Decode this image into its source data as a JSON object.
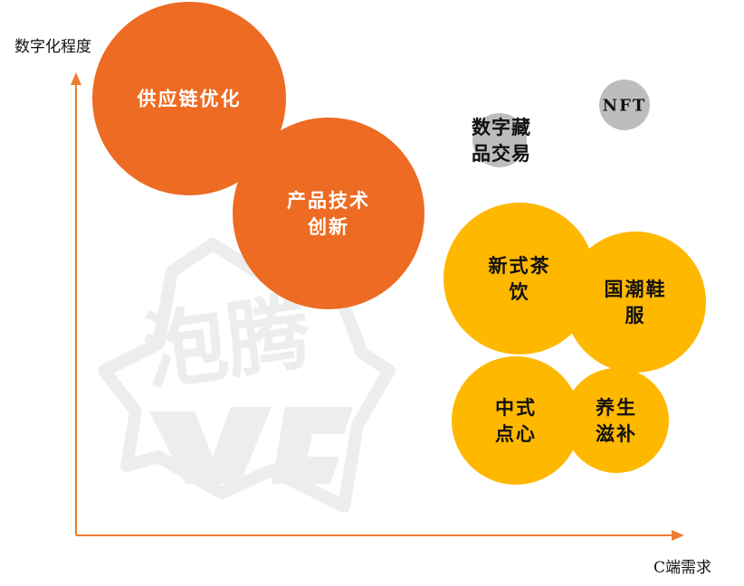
{
  "chart_data": {
    "type": "bubble",
    "xlabel": "C端需求",
    "ylabel": "数字化程度",
    "grid": false,
    "watermark": "泡腾",
    "colors": {
      "supply": "#ED6B23",
      "consumer": "#FFB800",
      "digital": "#BDBDBD",
      "axis": "#ED7D31"
    },
    "points": [
      {
        "lines": [
          "供应链优化"
        ],
        "group": "supply"
      },
      {
        "lines": [
          "产品技术",
          "创新"
        ],
        "group": "supply"
      },
      {
        "lines": [
          "数字藏",
          "品交易"
        ],
        "group": "digital"
      },
      {
        "lines": [
          "NFT"
        ],
        "group": "digital"
      },
      {
        "lines": [
          "新式茶",
          "饮"
        ],
        "group": "consumer"
      },
      {
        "lines": [
          "国潮鞋",
          "服"
        ],
        "group": "consumer"
      },
      {
        "lines": [
          "中式",
          "点心"
        ],
        "group": "consumer"
      },
      {
        "lines": [
          "养生",
          "滋补"
        ],
        "group": "consumer"
      }
    ]
  }
}
